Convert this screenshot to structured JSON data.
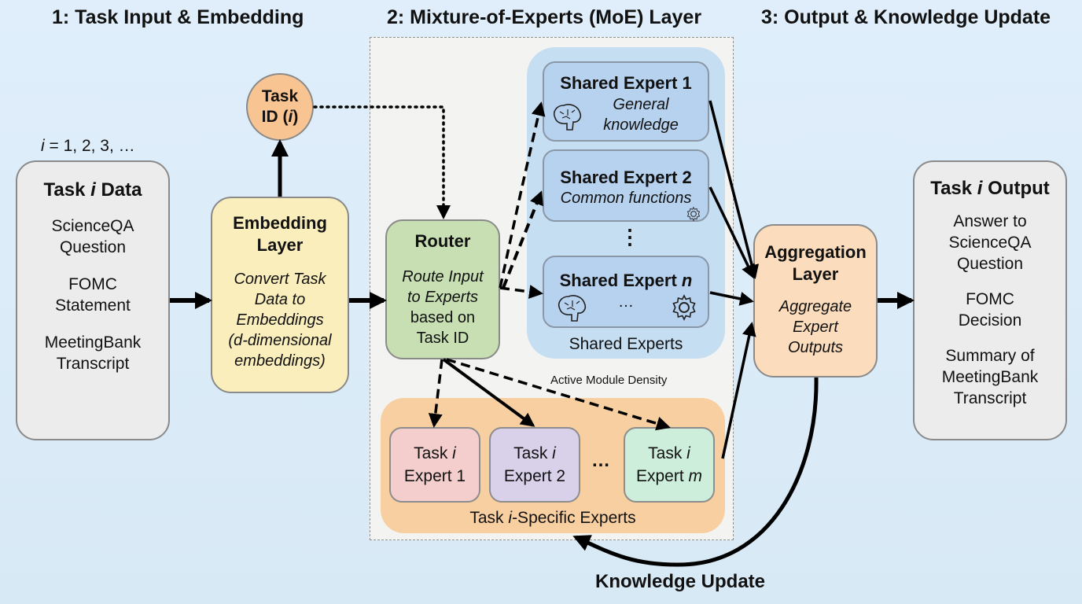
{
  "headings": {
    "section1": "1: Task Input & Embedding",
    "section2": "2: Mixture-of-Experts (MoE) Layer",
    "section3": "3: Output & Knowledge Update"
  },
  "index_label": {
    "var": "i",
    "rest": " = 1, 2, 3, …"
  },
  "task_data": {
    "title_pre": "Task ",
    "title_var": "i",
    "title_post": " Data",
    "items": [
      [
        "ScienceQA",
        "Question"
      ],
      [
        "FOMC",
        "Statement"
      ],
      [
        "MeetingBank",
        "Transcript"
      ]
    ]
  },
  "task_id": {
    "line1": "Task",
    "line2_pre": "ID (",
    "line2_var": "i",
    "line2_post": ")"
  },
  "embedding": {
    "title": [
      "Embedding",
      "Layer"
    ],
    "desc": [
      "Convert Task",
      "Data to",
      "Embeddings",
      "(d-dimensional",
      "embeddings)"
    ]
  },
  "router": {
    "title": "Router",
    "desc_italic": [
      "Route Input",
      "to Experts"
    ],
    "desc": [
      "based on",
      "Task ID"
    ]
  },
  "shared_experts": {
    "group_label": "Shared Experts",
    "vertical_ellipsis": "⋮",
    "experts": [
      {
        "title": "Shared Expert 1",
        "desc": [
          "General",
          "knowledge"
        ],
        "icon": "brain-icon"
      },
      {
        "title": "Shared Expert 2",
        "desc": [
          "Common functions"
        ],
        "icon": "gear-icon"
      },
      {
        "title_pre": "Shared Expert ",
        "title_var": "n",
        "ellipsis": "…",
        "icons": [
          "brain-icon",
          "gear-icon"
        ]
      }
    ]
  },
  "active_module_label": "Active Module Density",
  "task_experts": {
    "group_label_pre": "Task ",
    "group_label_var": "i",
    "group_label_post": "-Specific Experts",
    "ellipsis": "…",
    "experts": [
      {
        "line1_pre": "Task ",
        "line1_var": "i",
        "line2_pre": "Expert ",
        "line2_var": "",
        "line2_num": "1",
        "color": "#f4cdcd"
      },
      {
        "line1_pre": "Task ",
        "line1_var": "i",
        "line2_pre": "Expert ",
        "line2_var": "",
        "line2_num": "2",
        "color": "#d9d0ea"
      },
      {
        "line1_pre": "Task ",
        "line1_var": "i",
        "line2_pre": "Expert ",
        "line2_var": "m",
        "line2_num": "",
        "color": "#cdeedb"
      }
    ]
  },
  "aggregation": {
    "title": [
      "Aggregation",
      "Layer"
    ],
    "desc": [
      "Aggregate",
      "Expert",
      "Outputs"
    ]
  },
  "task_output": {
    "title_pre": "Task ",
    "title_var": "i",
    "title_post": " Output",
    "items": [
      [
        "Answer to",
        "ScienceQA",
        "Question"
      ],
      [
        "FOMC",
        "Decision"
      ],
      [
        "Summary of",
        "MeetingBank",
        "Transcript"
      ]
    ]
  },
  "knowledge_update_label": "Knowledge Update",
  "colors": {
    "background": "#dcecf8",
    "task_data_box": "#ececec",
    "task_id_circle": "#f8c592",
    "embedding_box": "#fbeebd",
    "router_box": "#c7dfb3",
    "shared_group": "#c6def2",
    "shared_expert": "#b7d2ef",
    "task_group": "#f8cfa0",
    "aggregation_box": "#fbdcbc",
    "output_box": "#ececec"
  }
}
